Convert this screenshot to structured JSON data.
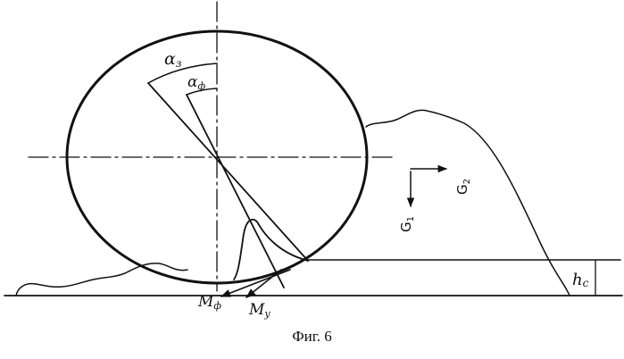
{
  "labels": {
    "alpha_z": "α",
    "alpha_z_sub": "з",
    "alpha_f": "α",
    "alpha_f_sub": "ф",
    "g2": "G",
    "g2_sub": "2",
    "g1": "G",
    "g1_sub": "1",
    "m_f": "M",
    "m_f_sub": "ф",
    "m_y": "M",
    "m_y_sub": "y",
    "h_c": "h",
    "h_c_sub": "c"
  },
  "caption": "Фиг. 6"
}
